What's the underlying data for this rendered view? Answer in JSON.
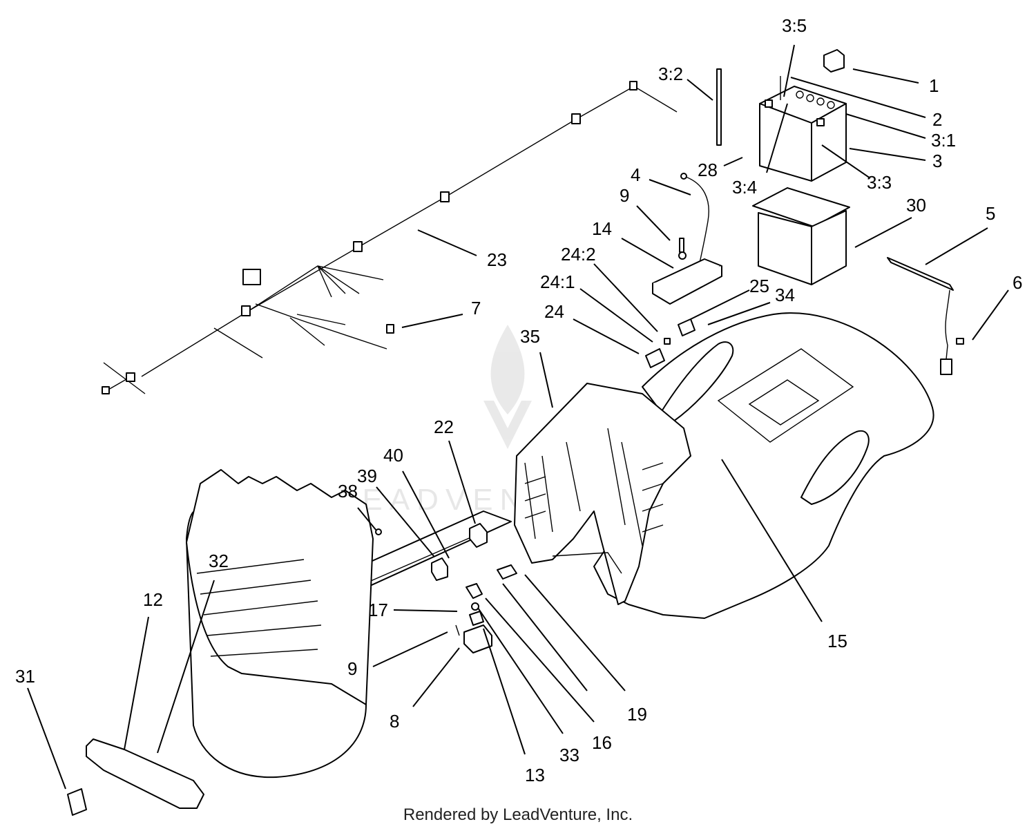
{
  "footer": "Rendered by LeadVenture, Inc.",
  "watermark": "LEADVENTURE",
  "callouts": [
    {
      "id": "c-1",
      "text": "1"
    },
    {
      "id": "c-2",
      "text": "2"
    },
    {
      "id": "c-3-1",
      "text": "3:1"
    },
    {
      "id": "c-3",
      "text": "3"
    },
    {
      "id": "c-3-3",
      "text": "3:3"
    },
    {
      "id": "c-3-5",
      "text": "3:5"
    },
    {
      "id": "c-3-2",
      "text": "3:2"
    },
    {
      "id": "c-28",
      "text": "28"
    },
    {
      "id": "c-3-4",
      "text": "3:4"
    },
    {
      "id": "c-4",
      "text": "4"
    },
    {
      "id": "c-9a",
      "text": "9"
    },
    {
      "id": "c-14",
      "text": "14"
    },
    {
      "id": "c-24-2",
      "text": "24:2"
    },
    {
      "id": "c-24-1",
      "text": "24:1"
    },
    {
      "id": "c-24",
      "text": "24"
    },
    {
      "id": "c-25",
      "text": "25"
    },
    {
      "id": "c-34",
      "text": "34"
    },
    {
      "id": "c-30",
      "text": "30"
    },
    {
      "id": "c-5",
      "text": "5"
    },
    {
      "id": "c-6",
      "text": "6"
    },
    {
      "id": "c-23",
      "text": "23"
    },
    {
      "id": "c-7",
      "text": "7"
    },
    {
      "id": "c-35",
      "text": "35"
    },
    {
      "id": "c-22",
      "text": "22"
    },
    {
      "id": "c-40",
      "text": "40"
    },
    {
      "id": "c-39",
      "text": "39"
    },
    {
      "id": "c-38",
      "text": "38"
    },
    {
      "id": "c-15",
      "text": "15"
    },
    {
      "id": "c-32",
      "text": "32"
    },
    {
      "id": "c-12",
      "text": "12"
    },
    {
      "id": "c-31",
      "text": "31"
    },
    {
      "id": "c-17",
      "text": "17"
    },
    {
      "id": "c-9b",
      "text": "9"
    },
    {
      "id": "c-8",
      "text": "8"
    },
    {
      "id": "c-13",
      "text": "13"
    },
    {
      "id": "c-33",
      "text": "33"
    },
    {
      "id": "c-16",
      "text": "16"
    },
    {
      "id": "c-19",
      "text": "19"
    }
  ]
}
